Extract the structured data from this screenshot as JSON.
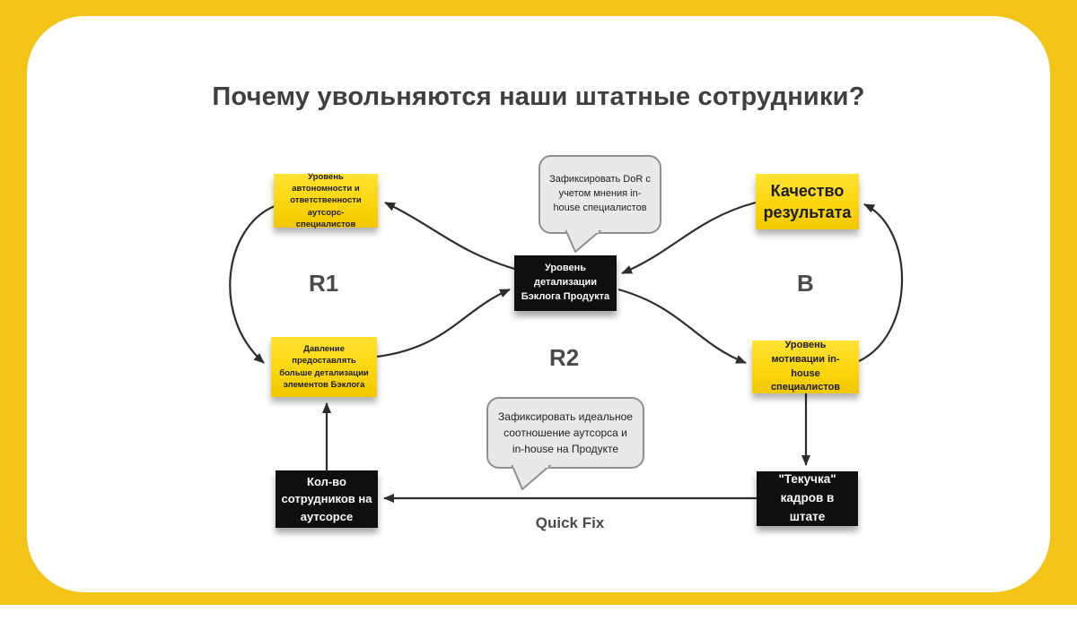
{
  "slide": {
    "title": "Почему увольняются наши штатные сотрудники?"
  },
  "colors": {
    "frame_yellow": "#F5C419",
    "sticky_yellow": "#FBD60E",
    "black_box": "#0F0F0F",
    "bubble_gray": "#E9E9E9",
    "bubble_border": "#8F8F8F",
    "arrow": "#2D2D2D",
    "title_text": "#3F3F3F"
  },
  "nodes": {
    "autonomy": {
      "label": "Уровень автономности и ответственности аутсорс-специалистов"
    },
    "quality": {
      "label": "Качество результата"
    },
    "backlog_detail": {
      "label": "Уровень детализации Бэклога Продукта"
    },
    "pressure": {
      "label": "Давление предоставлять больше детализации элементов Бэклога"
    },
    "motivation": {
      "label": "Уровень мотивации in-house специалистов"
    },
    "outsource_count": {
      "label": "Кол-во сотрудников на аутсорсе"
    },
    "turnover": {
      "label": "\"Текучка\" кадров в штате"
    }
  },
  "callouts": {
    "dor": {
      "text": "Зафиксировать DoR с учетом мнения in-house специалистов"
    },
    "ratio": {
      "text": "Зафиксировать идеальное соотношение аутсорса и in-house на Продукте"
    }
  },
  "loop_labels": {
    "r1": "R1",
    "b": "B",
    "r2": "R2",
    "quick_fix": "Quick Fix"
  }
}
